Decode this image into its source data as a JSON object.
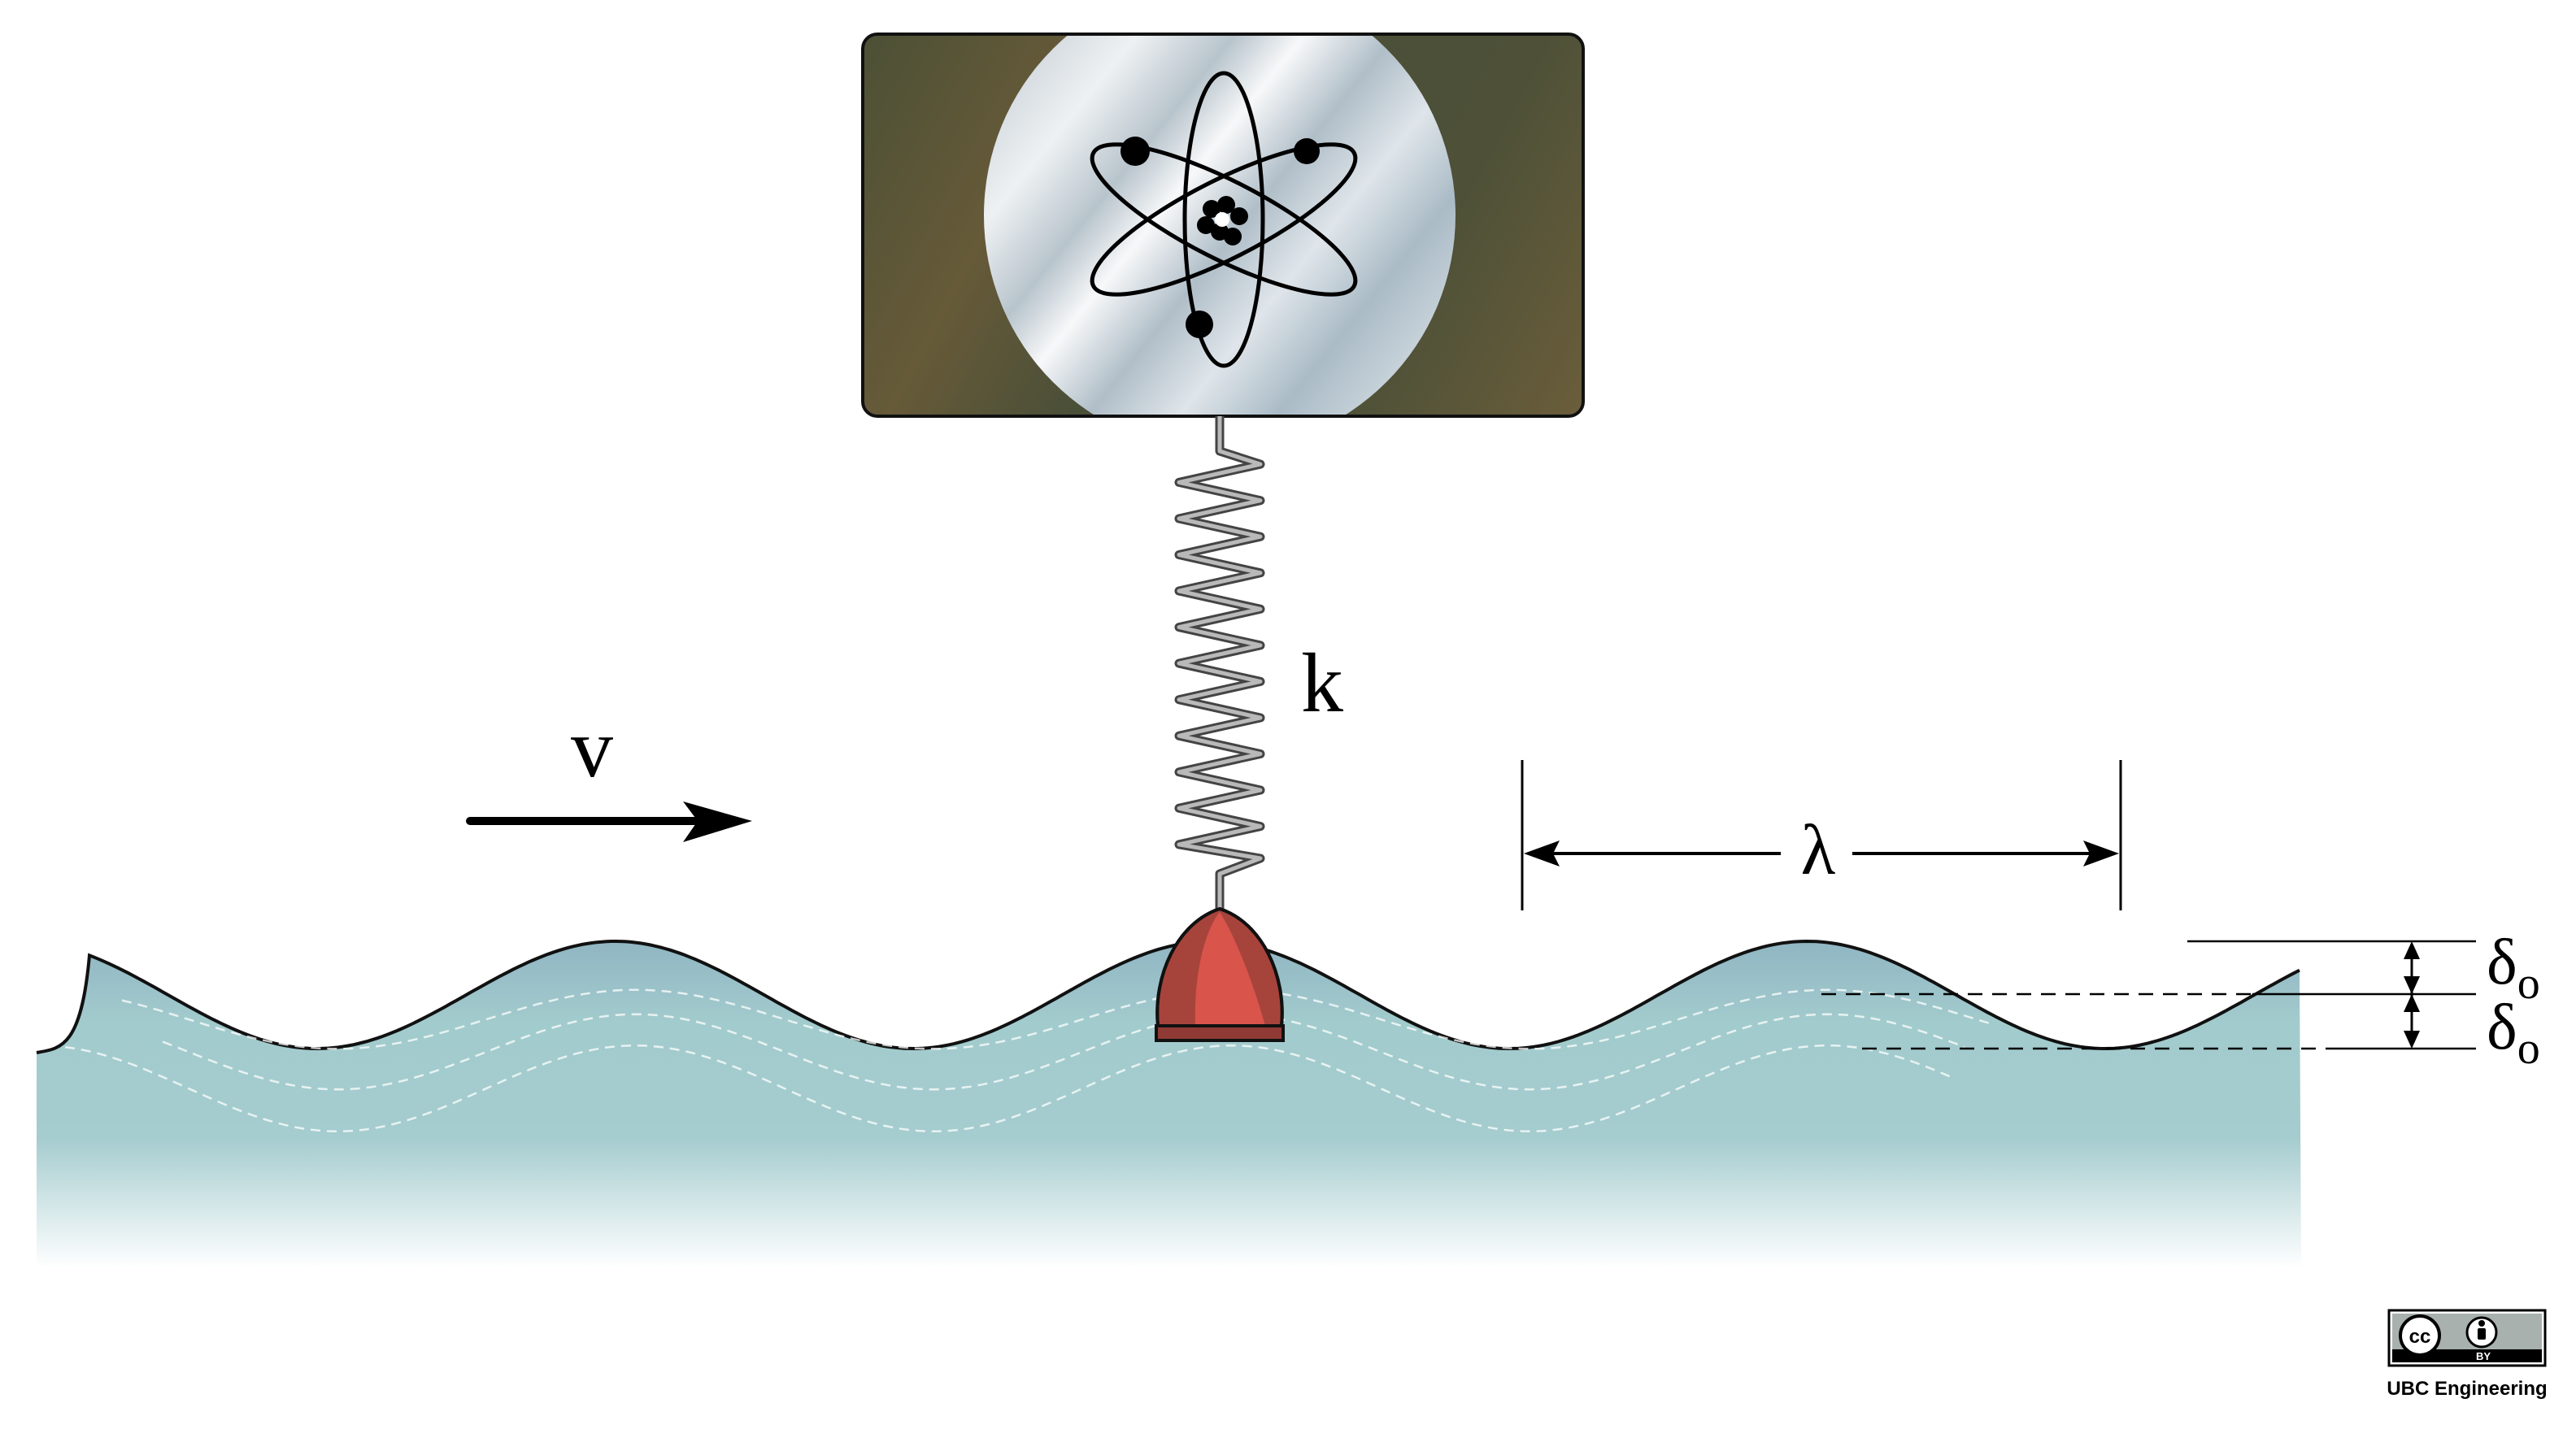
{
  "labels": {
    "velocity": "v",
    "spring_constant": "k",
    "wavelength": "λ",
    "amplitude_upper": "δ",
    "amplitude_upper_sub": "o",
    "amplitude_lower": "δ",
    "amplitude_lower_sub": "o"
  },
  "badge": {
    "cc": "cc",
    "by": "BY",
    "credit": "UBC Engineering"
  },
  "colors": {
    "water_top": "#8fb4c2",
    "water_body": "#a2cccd",
    "box_frame": "#4e5037",
    "wheel_red": "#b3443b",
    "ink": "#000000"
  },
  "icons": [
    "atom-icon",
    "spring-icon",
    "arrow-icon",
    "cc-icon",
    "by-person-icon"
  ]
}
